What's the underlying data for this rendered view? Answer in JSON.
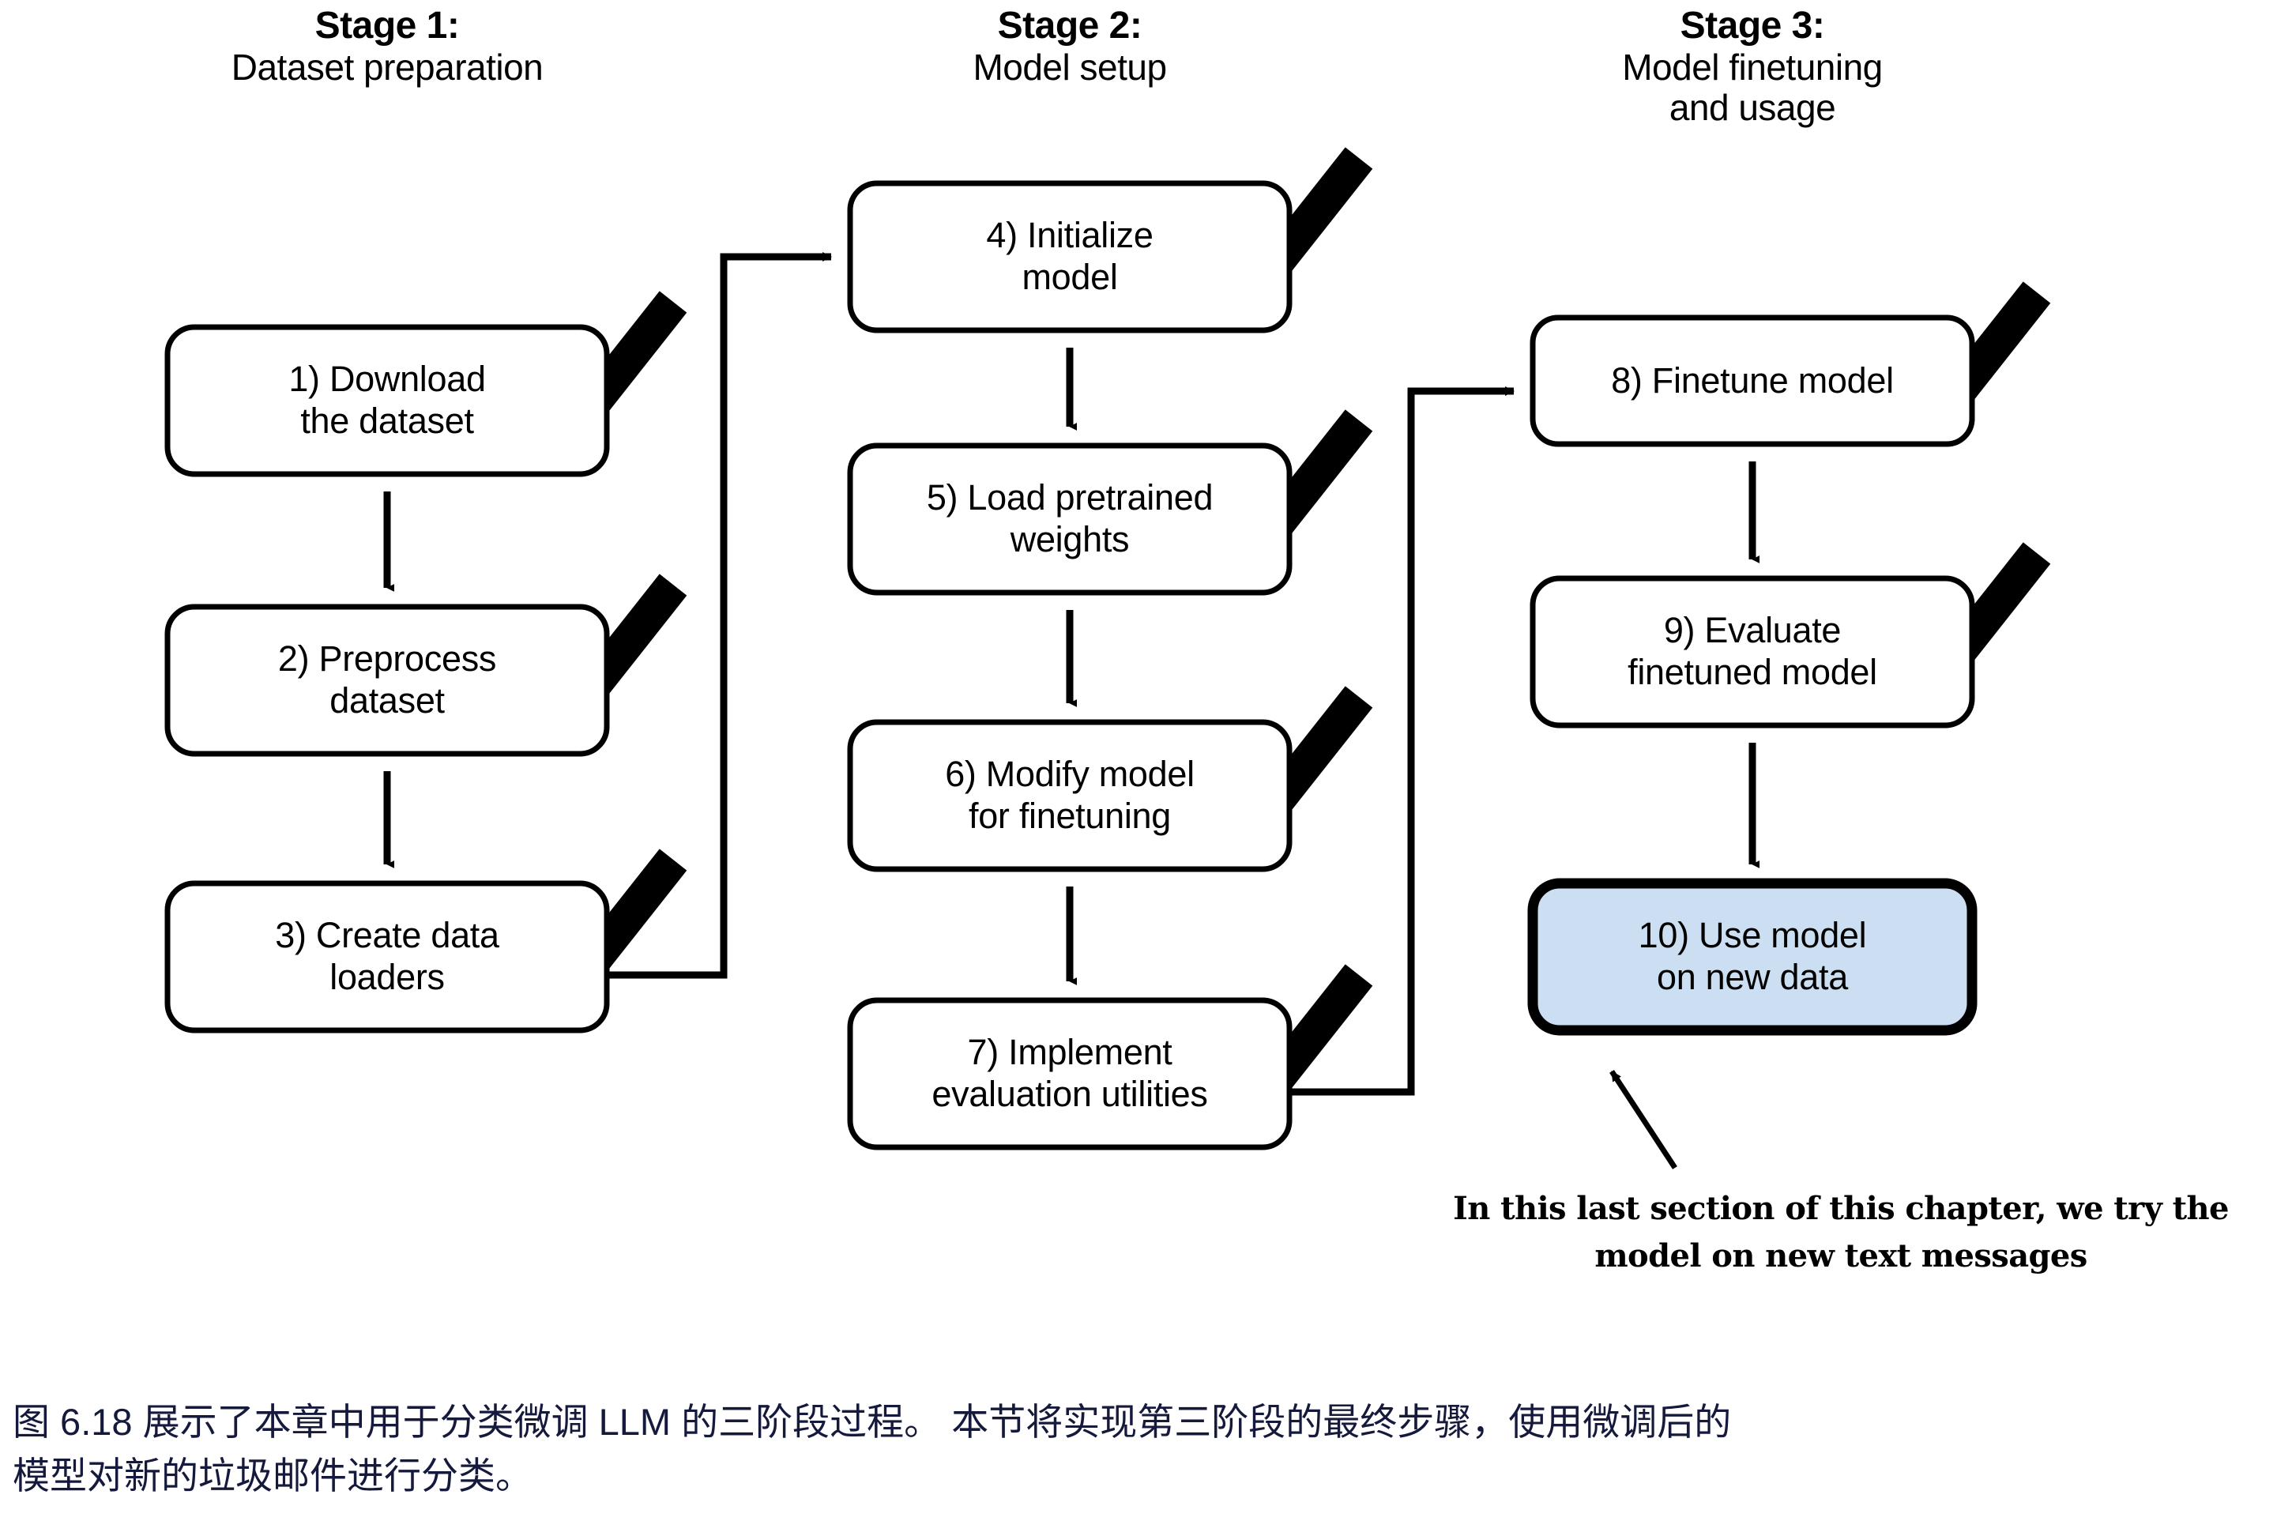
{
  "figure": {
    "stages": [
      {
        "id": "stage-1",
        "label": "Stage 1:",
        "subtitle": "Dataset preparation"
      },
      {
        "id": "stage-2",
        "label": "Stage 2:",
        "subtitle": "Model setup"
      },
      {
        "id": "stage-3",
        "label": "Stage 3:",
        "subtitle_line1": "Model finetuning",
        "subtitle_line2": "and usage"
      }
    ],
    "nodes": [
      {
        "id": "step-1",
        "line1": "1) Download",
        "line2": "the dataset",
        "checked": true,
        "highlighted": false
      },
      {
        "id": "step-2",
        "line1": "2) Preprocess",
        "line2": "dataset",
        "checked": true,
        "highlighted": false
      },
      {
        "id": "step-3",
        "line1": "3) Create data",
        "line2": "loaders",
        "checked": true,
        "highlighted": false
      },
      {
        "id": "step-4",
        "line1": "4) Initialize",
        "line2": "model",
        "checked": true,
        "highlighted": false
      },
      {
        "id": "step-5",
        "line1": "5) Load pretrained",
        "line2": "weights",
        "checked": true,
        "highlighted": false
      },
      {
        "id": "step-6",
        "line1": "6) Modify model",
        "line2": "for finetuning",
        "checked": true,
        "highlighted": false
      },
      {
        "id": "step-7",
        "line1": "7) Implement",
        "line2": "evaluation utilities",
        "checked": true,
        "highlighted": false
      },
      {
        "id": "step-8",
        "line1": "8) Finetune model",
        "line2": "",
        "checked": true,
        "highlighted": false
      },
      {
        "id": "step-9",
        "line1": "9) Evaluate",
        "line2": "finetuned model",
        "checked": true,
        "highlighted": false
      },
      {
        "id": "step-10",
        "line1": "10) Use model",
        "line2": "on new data",
        "checked": false,
        "highlighted": true
      }
    ],
    "annotation": {
      "line1": "In this last section of this chapter, we try the",
      "line2": "model on new text messages"
    },
    "caption": {
      "line1": "图 6.18 展示了本章中用于分类微调 LLM 的三阶段过程。 本节将实现第三阶段的最终步骤，使用微调后的",
      "line2": "模型对新的垃圾邮件进行分类。"
    },
    "colors": {
      "highlight_fill": "#CBDEF2",
      "stroke": "#000000",
      "caption_text": "#151a3d",
      "background": "#ffffff"
    }
  }
}
